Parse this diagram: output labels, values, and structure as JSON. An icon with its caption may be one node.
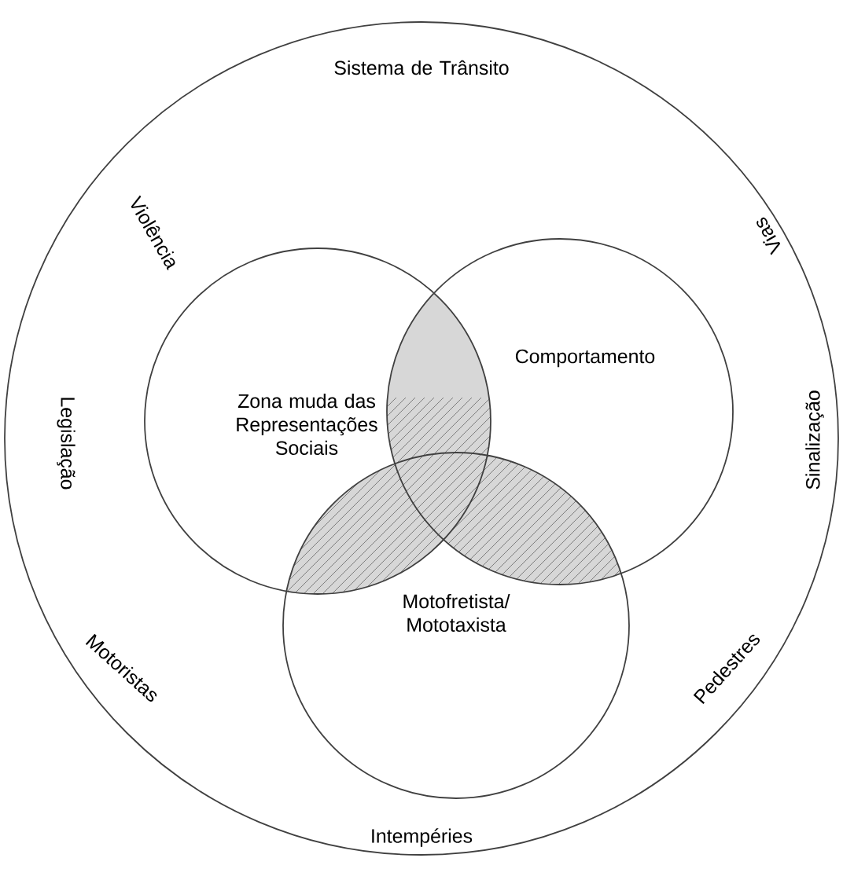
{
  "diagram": {
    "nodes": [
      {
        "text": [
          "Sistema de Trânsito"
        ]
      },
      {
        "text": [
          "Zona muda das Representações Sociais"
        ],
        "in": 0
      },
      {
        "text": [
          "Comportamento"
        ],
        "in": 0
      },
      {
        "text": [
          "Motofretista/ Mototaxista"
        ],
        "in": 0
      }
    ],
    "edges": [],
    "labels": [
      "Violência",
      "Vias",
      "Legislação",
      "Sinalização",
      "Motoristas",
      "Pedestres",
      "Intempéries"
    ]
  }
}
